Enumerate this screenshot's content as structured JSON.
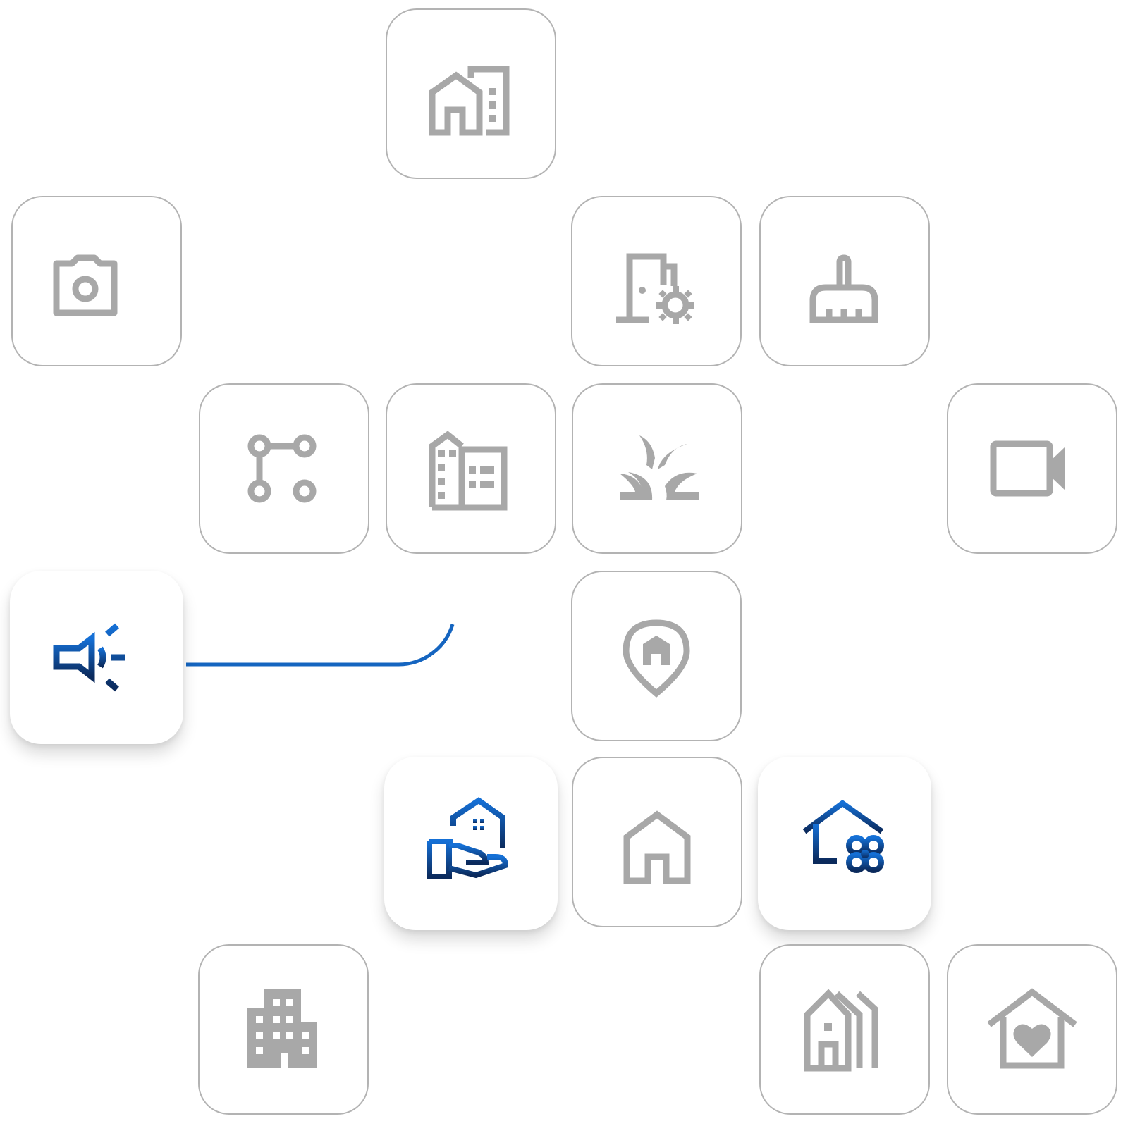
{
  "diagram": {
    "colors": {
      "inactive_icon": "#a8a8a8",
      "inactive_border": "#b3b3b3",
      "active_gradient_top": "#1570d6",
      "active_gradient_bottom": "#0b2a5c",
      "connector_line": "#1565c0"
    },
    "tiles": [
      {
        "id": "home-with-building",
        "icon": "house-and-building-icon",
        "state": "inactive"
      },
      {
        "id": "camera",
        "icon": "camera-icon",
        "state": "inactive"
      },
      {
        "id": "door-settings",
        "icon": "door-settings-icon",
        "state": "inactive"
      },
      {
        "id": "cleaning-brush",
        "icon": "broom-icon",
        "state": "inactive"
      },
      {
        "id": "network-nodes",
        "icon": "network-nodes-icon",
        "state": "inactive"
      },
      {
        "id": "office-building",
        "icon": "office-building-icon",
        "state": "inactive"
      },
      {
        "id": "garden-plants",
        "icon": "plants-icon",
        "state": "inactive"
      },
      {
        "id": "video-camera",
        "icon": "video-camera-icon",
        "state": "inactive"
      },
      {
        "id": "megaphone",
        "icon": "megaphone-icon",
        "state": "active"
      },
      {
        "id": "home-location-pin",
        "icon": "home-pin-icon",
        "state": "inactive"
      },
      {
        "id": "home-in-hand",
        "icon": "house-in-hand-icon",
        "state": "active"
      },
      {
        "id": "home",
        "icon": "house-icon",
        "state": "inactive"
      },
      {
        "id": "home-flower",
        "icon": "house-flower-icon",
        "state": "active"
      },
      {
        "id": "apartment-block",
        "icon": "apartment-building-icon",
        "state": "inactive"
      },
      {
        "id": "row-houses",
        "icon": "row-houses-icon",
        "state": "inactive"
      },
      {
        "id": "home-heart",
        "icon": "house-heart-icon",
        "state": "inactive"
      }
    ],
    "connections": [
      {
        "from": "megaphone",
        "to": "home-in-hand"
      },
      {
        "from": "home-flower",
        "to": "cleaning-brush"
      }
    ]
  }
}
